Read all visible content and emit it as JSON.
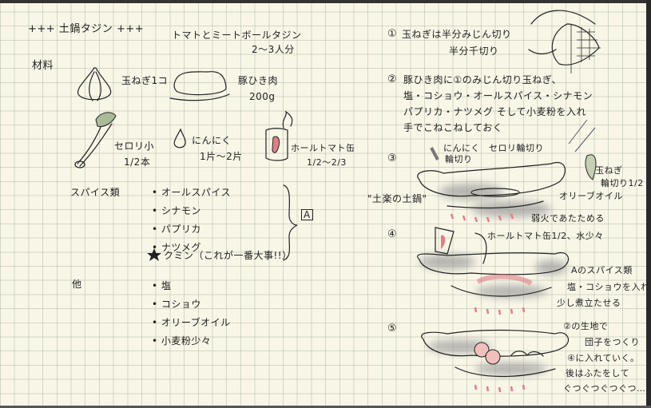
{
  "header": {
    "title": "+++ 土鍋タジン +++",
    "recipe_name": "トマトとミートボールタジン",
    "servings": "2〜3人分"
  },
  "ingredients": {
    "heading": "材料",
    "items": [
      {
        "name": "玉ねぎ1コ",
        "amount": ""
      },
      {
        "name": "豚ひき肉",
        "amount": "200g"
      },
      {
        "name": "セロリ小",
        "amount": "1/2本"
      },
      {
        "name": "にんにく",
        "amount": "1片〜2片"
      },
      {
        "name": "ホールトマト缶",
        "amount": "1/2〜2/3"
      }
    ],
    "spices_heading": "スパイス類",
    "spices": [
      "オールスパイス",
      "シナモン",
      "パプリカ",
      "ナツメグ",
      "クミン（これが一番大事!!）"
    ],
    "spice_group_label": "A",
    "others_heading": "他",
    "others": [
      "塩",
      "コショウ",
      "オリーブオイル",
      "小麦粉少々"
    ]
  },
  "steps": {
    "s1": {
      "num": "①",
      "line1": "玉ねぎは半分みじん切り",
      "line2": "半分千切り"
    },
    "s2": {
      "num": "②",
      "lines": [
        "豚ひき肉に①のみじん切り玉ねぎ、",
        "塩・コショウ・オールスパイス・シナモン",
        "パプリカ・ナツメグ そして小麦粉を入れ",
        "手でこねこねしておく"
      ]
    },
    "s3": {
      "num": "③",
      "garlic": "にんにく",
      "garlic2": "輪切り",
      "celery": "セロリ輪切り",
      "onion": "玉ねぎ",
      "onion2": "輪切り1/2",
      "oil": "オリーブオイル",
      "pot": "\"土楽の土鍋\"",
      "heat": "弱火であたためる"
    },
    "s4": {
      "num": "④",
      "tomato": "ホールトマト缶1/2、水少々",
      "lines": [
        "Aのスパイス類",
        "塩・コショウを入れ",
        "少し煮立たせる"
      ]
    },
    "s5": {
      "num": "⑤",
      "lines": [
        "②の生地で",
        "団子をつくり",
        "④に入れていく。",
        "後はふたをして",
        "ぐつぐつぐつぐつ……"
      ]
    }
  },
  "colors": {
    "paper": "#f8f6e7",
    "grid": "#aaaf a0",
    "ink": "#222222",
    "meat": "#e8a0a0",
    "celery": "#8fa87a",
    "smoke": "#9a9a9a"
  }
}
